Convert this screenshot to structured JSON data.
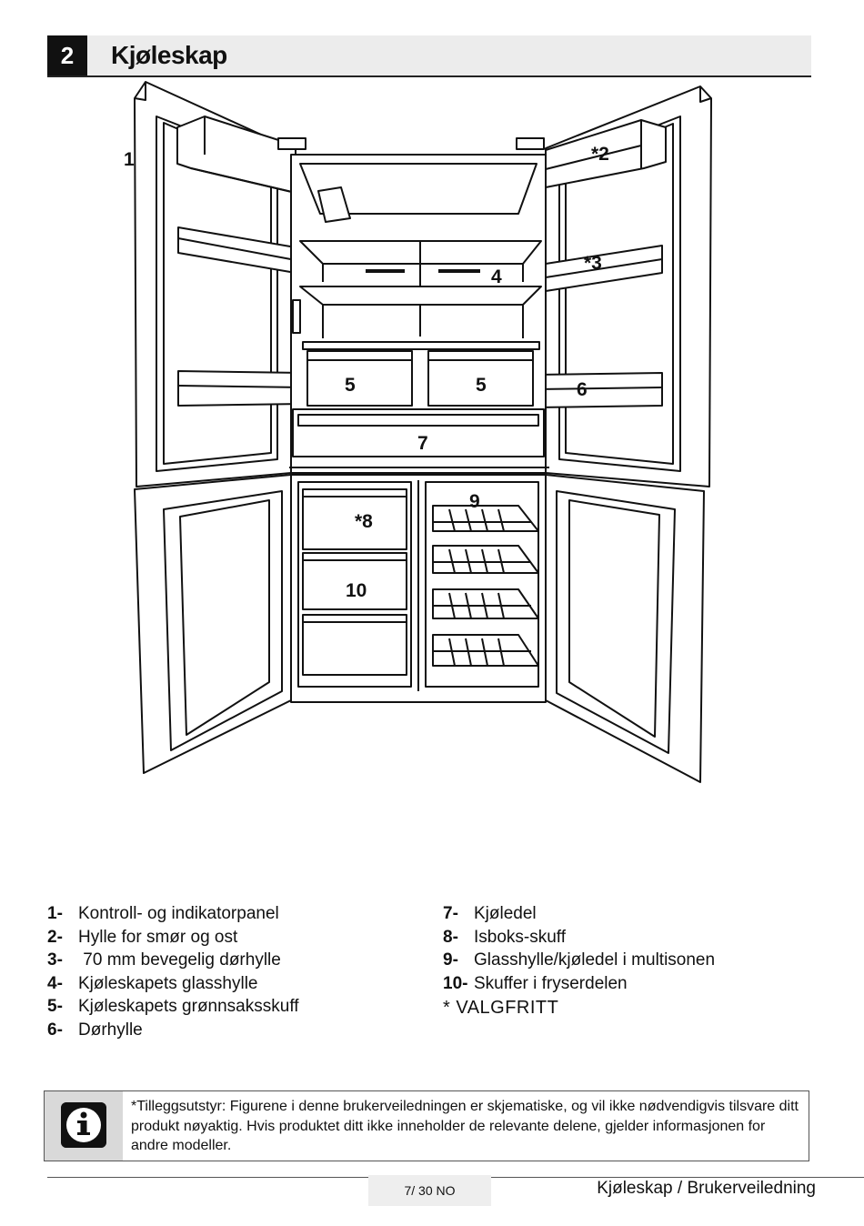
{
  "header": {
    "number": "2",
    "title": "Kjøleskap"
  },
  "diagram": {
    "callouts": [
      "1",
      "*2",
      "*3",
      "4",
      "5",
      "5",
      "6",
      "7",
      "*8",
      "9",
      "10"
    ]
  },
  "legend": {
    "left": [
      {
        "num": "1-",
        "label": "Kontroll- og indikatorpanel"
      },
      {
        "num": "2-",
        "label": "Hylle for smør og ost"
      },
      {
        "num": "3-",
        "label": " 70 mm bevegelig dørhylle"
      },
      {
        "num": "4-",
        "label": "Kjøleskapets glasshylle"
      },
      {
        "num": "5-",
        "label": "Kjøleskapets grønnsaksskuff"
      },
      {
        "num": "6-",
        "label": "Dørhylle"
      }
    ],
    "right": [
      {
        "num": "7-",
        "label": "Kjøledel"
      },
      {
        "num": "8-",
        "label": "Isboks-skuff"
      },
      {
        "num": "9-",
        "label": "Glasshylle/kjøledel i multisonen"
      },
      {
        "num": "10-",
        "label": "Skuffer i fryserdelen"
      }
    ],
    "optional": "* VALGFRITT"
  },
  "note": {
    "icon": "info-icon",
    "text": "*Tilleggsutstyr: Figurene i denne brukerveiledningen er skjematiske, og vil ikke nødvendigvis tilsvare ditt produkt nøyaktig. Hvis produktet ditt ikke inneholder de relevante delene, gjelder informasjonen for andre modeller."
  },
  "footer": {
    "page": "7/ 30 NO",
    "title": "Kjøleskap / Brukerveiledning"
  }
}
